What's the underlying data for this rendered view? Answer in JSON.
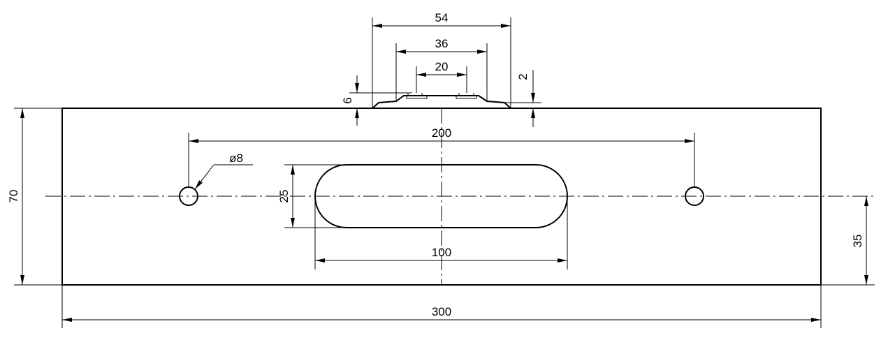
{
  "drawing": {
    "dimensions": {
      "overall_width": "300",
      "overall_height": "70",
      "center_height": "35",
      "hole_spacing": "200",
      "slot_length": "100",
      "slot_width": "25",
      "hole_diameter": "ø8",
      "top_width_outer": "54",
      "top_width_mid": "36",
      "top_width_inner": "20",
      "bump_height": "6",
      "step_height": "2"
    }
  }
}
